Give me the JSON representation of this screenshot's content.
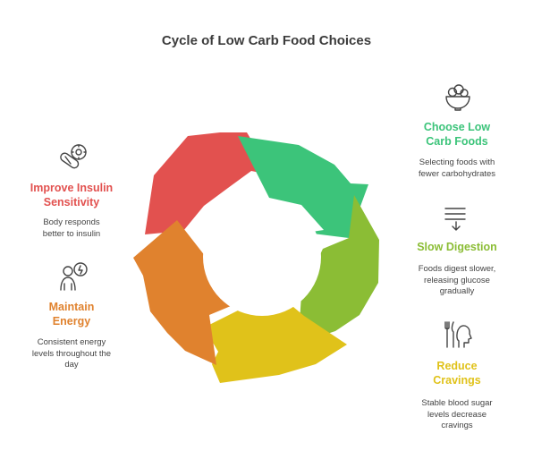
{
  "title": "Cycle of Low Carb Food Choices",
  "steps": [
    {
      "label_lines": [
        "Choose Low",
        "Carb Foods"
      ],
      "desc_lines": [
        "Selecting foods with",
        "fewer carbohydrates"
      ],
      "color": "#3cc47a",
      "icon": "salad-bowl-icon"
    },
    {
      "label_lines": [
        "Slow Digestion"
      ],
      "desc_lines": [
        "Foods digest slower,",
        "releasing glucose",
        "gradually"
      ],
      "color": "#8bbd35",
      "icon": "slow-flow-icon"
    },
    {
      "label_lines": [
        "Reduce",
        "Cravings"
      ],
      "desc_lines": [
        "Stable blood sugar",
        "levels decrease",
        "cravings"
      ],
      "color": "#e0c21a",
      "icon": "head-fork-knife-icon"
    },
    {
      "label_lines": [
        "Maintain",
        "Energy"
      ],
      "desc_lines": [
        "Consistent energy",
        "levels throughout the",
        "day"
      ],
      "color": "#e0822e",
      "icon": "person-energy-icon"
    },
    {
      "label_lines": [
        "Improve Insulin",
        "Sensitivity"
      ],
      "desc_lines": [
        "Body responds",
        "better to insulin"
      ],
      "color": "#e2514f",
      "icon": "insulin-pill-icon"
    }
  ]
}
